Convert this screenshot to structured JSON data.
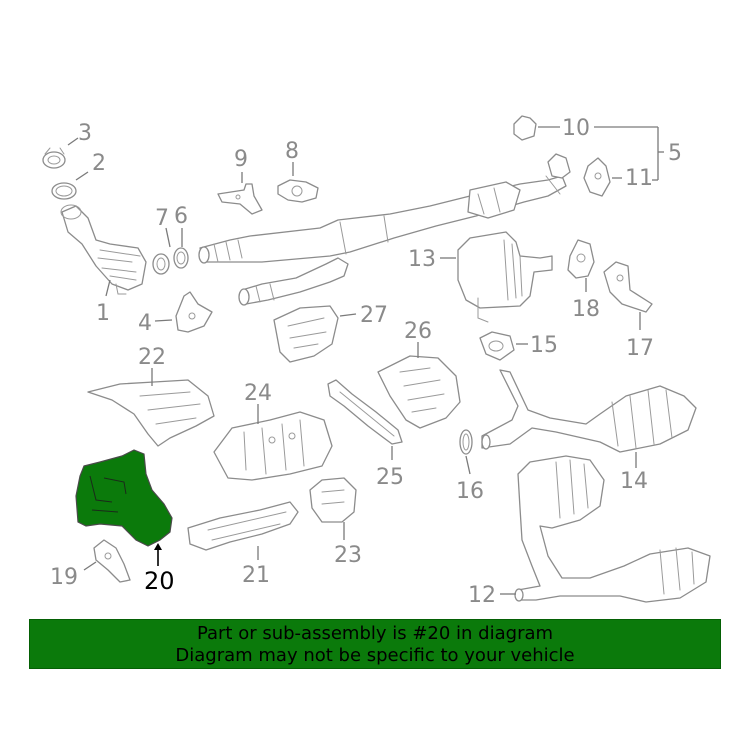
{
  "callouts": {
    "c1": "1",
    "c2": "2",
    "c3": "3",
    "c4": "4",
    "c5": "5",
    "c6": "6",
    "c7": "7",
    "c8": "8",
    "c9": "9",
    "c10": "10",
    "c11": "11",
    "c12": "12",
    "c13": "13",
    "c14": "14",
    "c15": "15",
    "c16": "16",
    "c17": "17",
    "c18": "18",
    "c19": "19",
    "c20": "20",
    "c21": "21",
    "c22": "22",
    "c23": "23",
    "c24": "24",
    "c25": "25",
    "c26": "26",
    "c27": "27"
  },
  "highlight": {
    "part_number": "20",
    "color": "#0b7a0b"
  },
  "banner": {
    "line1": "Part or sub-assembly is #20 in diagram",
    "line2": "Diagram may not be specific to your vehicle",
    "background": "#0b7a0b"
  }
}
